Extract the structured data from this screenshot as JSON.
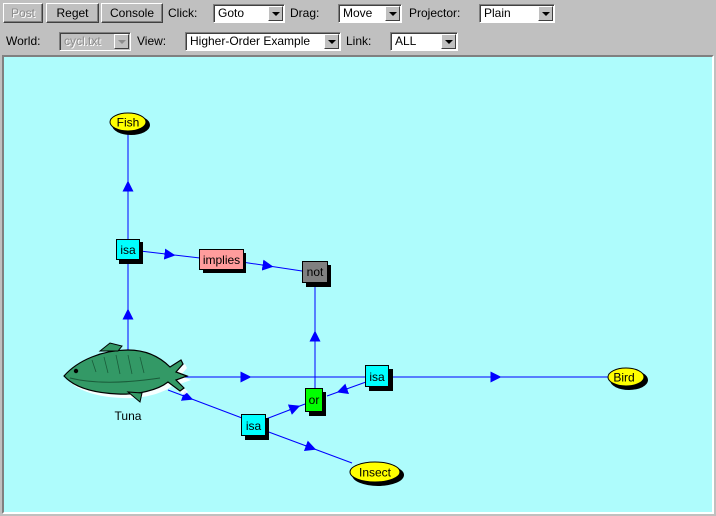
{
  "toolbar": {
    "post_label": "Post",
    "reget_label": "Reget",
    "console_label": "Console",
    "click_label": "Click:",
    "click_value": "Goto",
    "drag_label": "Drag:",
    "drag_value": "Move",
    "projector_label": "Projector:",
    "projector_value": "Plain",
    "world_label": "World:",
    "world_value": "cycl.txt",
    "view_label": "View:",
    "view_value": "Higher-Order Example",
    "link_label": "Link:",
    "link_value": "ALL"
  },
  "graph": {
    "nodes": {
      "fish": "Fish",
      "isa_top": "isa",
      "implies": "implies",
      "not": "not",
      "tuna": "Tuna",
      "isa_right": "isa",
      "bird": "Bird",
      "or": "or",
      "isa_bottom": "isa",
      "insect": "Insect"
    },
    "colors": {
      "canvas": "#aefcfc",
      "isa": "#00ffff",
      "implies": "#ff9c9c",
      "not": "#808080",
      "or": "#00ff00",
      "concept": "#ffff00",
      "link": "#0000ff",
      "fish_body": "#339966"
    }
  }
}
